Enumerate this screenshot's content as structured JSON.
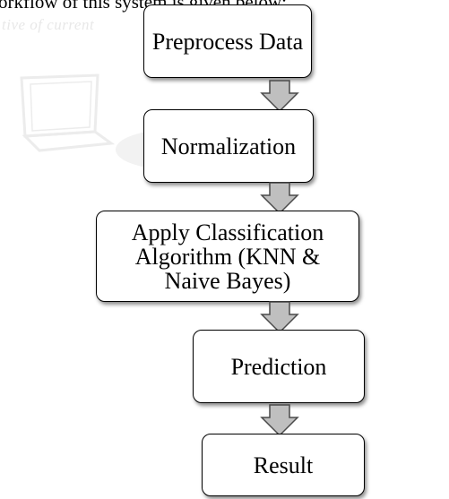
{
  "intro_text": "orkflow of this system is given below:",
  "watermark_text": "tive of current",
  "colors": {
    "box_border": "#000000",
    "box_fill": "#ffffff",
    "arrow_fill": "#bfbfbf",
    "arrow_stroke": "#4a4a4a"
  },
  "flow": {
    "step1": "Preprocess Data",
    "step2": "Normalization",
    "step3": "Apply Classification Algorithm (KNN & Naive Bayes)",
    "step4": "Prediction",
    "step5": "Result"
  }
}
